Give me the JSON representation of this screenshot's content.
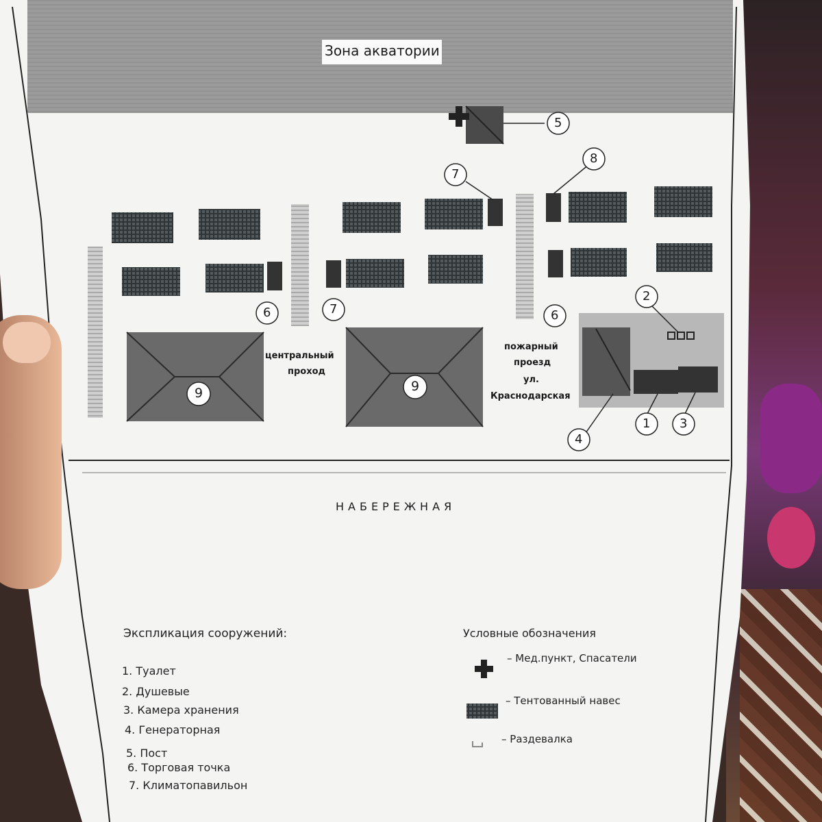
{
  "map": {
    "water_zone_label": "Зона акватории",
    "central_passage": [
      "центральный",
      "проход"
    ],
    "fire_passage": [
      "пожарный",
      "проезд",
      "ул.",
      "Краснодарская"
    ],
    "embankment_label": "НАБЕРЕЖНАЯ",
    "markers": [
      "5",
      "7",
      "8",
      "6",
      "7",
      "6",
      "2",
      "9",
      "9",
      "1",
      "3",
      "4"
    ]
  },
  "explication": {
    "title": "Экспликация сооружений:",
    "items": [
      "1. Туалет",
      "2. Душевые",
      "3. Камера хранения",
      "4. Генераторная",
      "5. Пост",
      "6. Торговая точка",
      "7. Климатопавильон"
    ]
  },
  "legend": {
    "title": "Условные обозначения",
    "items": [
      {
        "icon": "cross-icon",
        "label": "– Мед.пункт, Спасатели"
      },
      {
        "icon": "tent-canopy-icon",
        "label": "– Тентованный навес"
      },
      {
        "icon": "changing-room-icon",
        "label": "– Раздевалка"
      }
    ]
  }
}
